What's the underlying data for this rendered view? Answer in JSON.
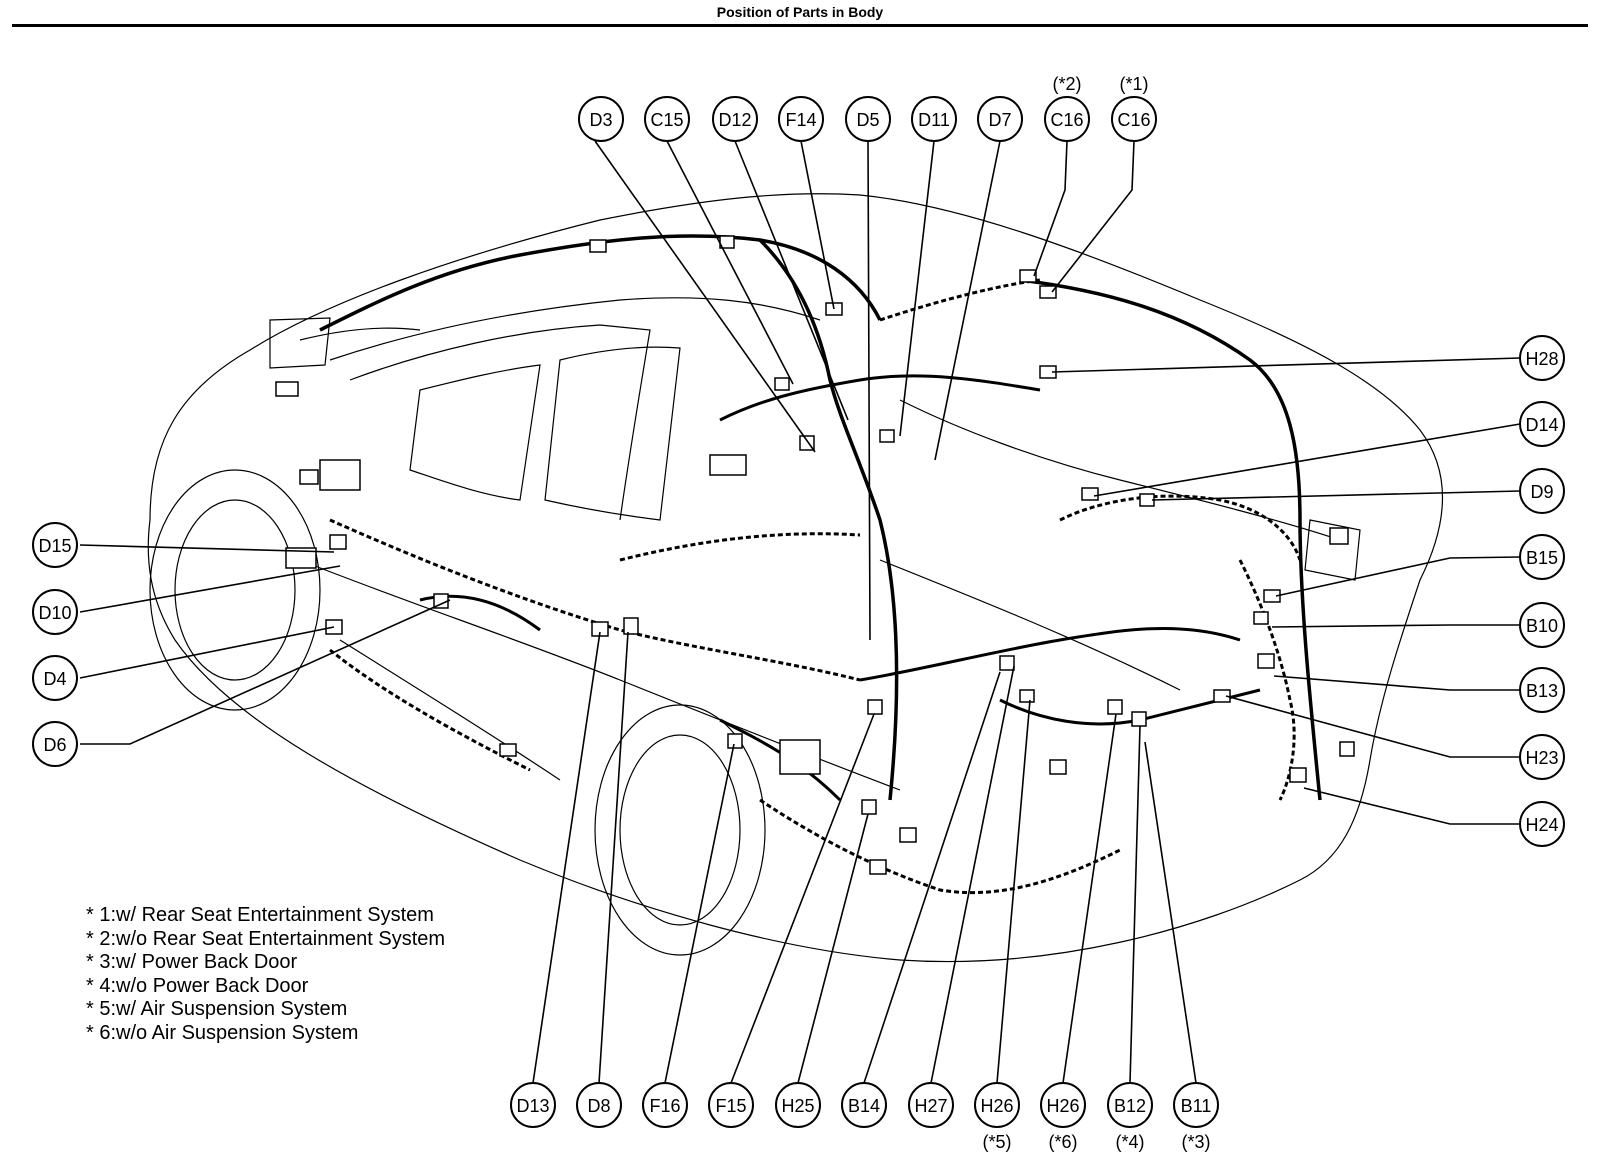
{
  "title": "Position of Parts in Body",
  "callouts": {
    "D3": "D3",
    "C15": "C15",
    "D12": "D12",
    "F14": "F14",
    "D5": "D5",
    "D11": "D11",
    "D7": "D7",
    "C16_a": "C16",
    "C16_b": "C16",
    "H28": "H28",
    "D14": "D14",
    "D9": "D9",
    "B15": "B15",
    "B10": "B10",
    "B13": "B13",
    "H23": "H23",
    "H24": "H24",
    "D15": "D15",
    "D10": "D10",
    "D4": "D4",
    "D6": "D6",
    "D13": "D13",
    "D8": "D8",
    "F16": "F16",
    "F15": "F15",
    "H25": "H25",
    "B14": "B14",
    "H27": "H27",
    "H26_a": "H26",
    "H26_b": "H26",
    "B12": "B12",
    "B11": "B11"
  },
  "callout_notes": {
    "C16_a": "(*2)",
    "C16_b": "(*1)",
    "H26_a": "(*5)",
    "H26_b": "(*6)",
    "B12": "(*4)",
    "B11": "(*3)"
  },
  "footnotes": [
    "* 1:w/ Rear Seat Entertainment System",
    "* 2:w/o Rear Seat Entertainment System",
    "* 3:w/ Power Back Door",
    "* 4:w/o Power Back Door",
    "* 5:w/ Air Suspension System",
    "* 6:w/o Air Suspension System"
  ]
}
